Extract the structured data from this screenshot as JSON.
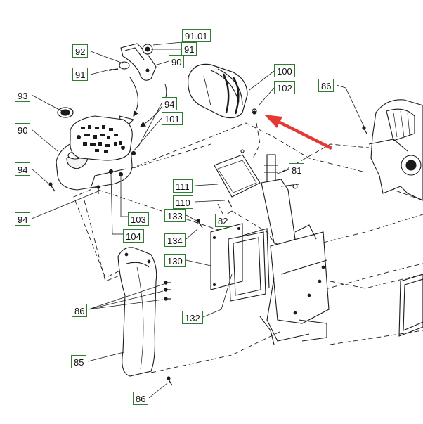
{
  "colors": {
    "callout_border": "#2e7d32",
    "line": "#1a1a1a",
    "arrow": "#e53935"
  },
  "callouts": [
    {
      "id": "c-91-01",
      "label": "91.01"
    },
    {
      "id": "c-91a",
      "label": "91"
    },
    {
      "id": "c-92",
      "label": "92"
    },
    {
      "id": "c-90a",
      "label": "90"
    },
    {
      "id": "c-91b",
      "label": "91"
    },
    {
      "id": "c-100",
      "label": "100"
    },
    {
      "id": "c-102",
      "label": "102"
    },
    {
      "id": "c-86a",
      "label": "86"
    },
    {
      "id": "c-93",
      "label": "93"
    },
    {
      "id": "c-94a",
      "label": "94"
    },
    {
      "id": "c-101",
      "label": "101"
    },
    {
      "id": "c-90b",
      "label": "90"
    },
    {
      "id": "c-81",
      "label": "81"
    },
    {
      "id": "c-94b",
      "label": "94"
    },
    {
      "id": "c-111",
      "label": "111"
    },
    {
      "id": "c-110",
      "label": "110"
    },
    {
      "id": "c-94c",
      "label": "94"
    },
    {
      "id": "c-103",
      "label": "103"
    },
    {
      "id": "c-133",
      "label": "133"
    },
    {
      "id": "c-82",
      "label": "82"
    },
    {
      "id": "c-134",
      "label": "134"
    },
    {
      "id": "c-104",
      "label": "104"
    },
    {
      "id": "c-130",
      "label": "130"
    },
    {
      "id": "c-86b",
      "label": "86"
    },
    {
      "id": "c-132",
      "label": "132"
    },
    {
      "id": "c-85",
      "label": "85"
    },
    {
      "id": "c-86c",
      "label": "86"
    }
  ]
}
